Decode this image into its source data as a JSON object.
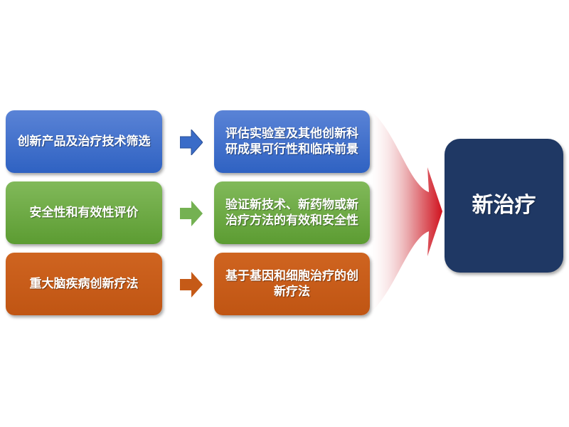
{
  "rows": [
    {
      "left": "创新产品及治疗技术筛选",
      "right": "评估实验室及其他创新科研成果可行性和临床前景",
      "color": "#3a6cc8"
    },
    {
      "left": "安全性和有效性评价",
      "right": "验证新技术、新药物或新治疗方法的有效和安全性",
      "color": "#6aa843"
    },
    {
      "left": "重大脑疾病创新疗法",
      "right": "基于基因和细胞治疗的创新疗法",
      "color": "#c55a17"
    }
  ],
  "result": {
    "label": "新治疗",
    "color": "#1f3864"
  },
  "funnel_color": "#d0121e"
}
